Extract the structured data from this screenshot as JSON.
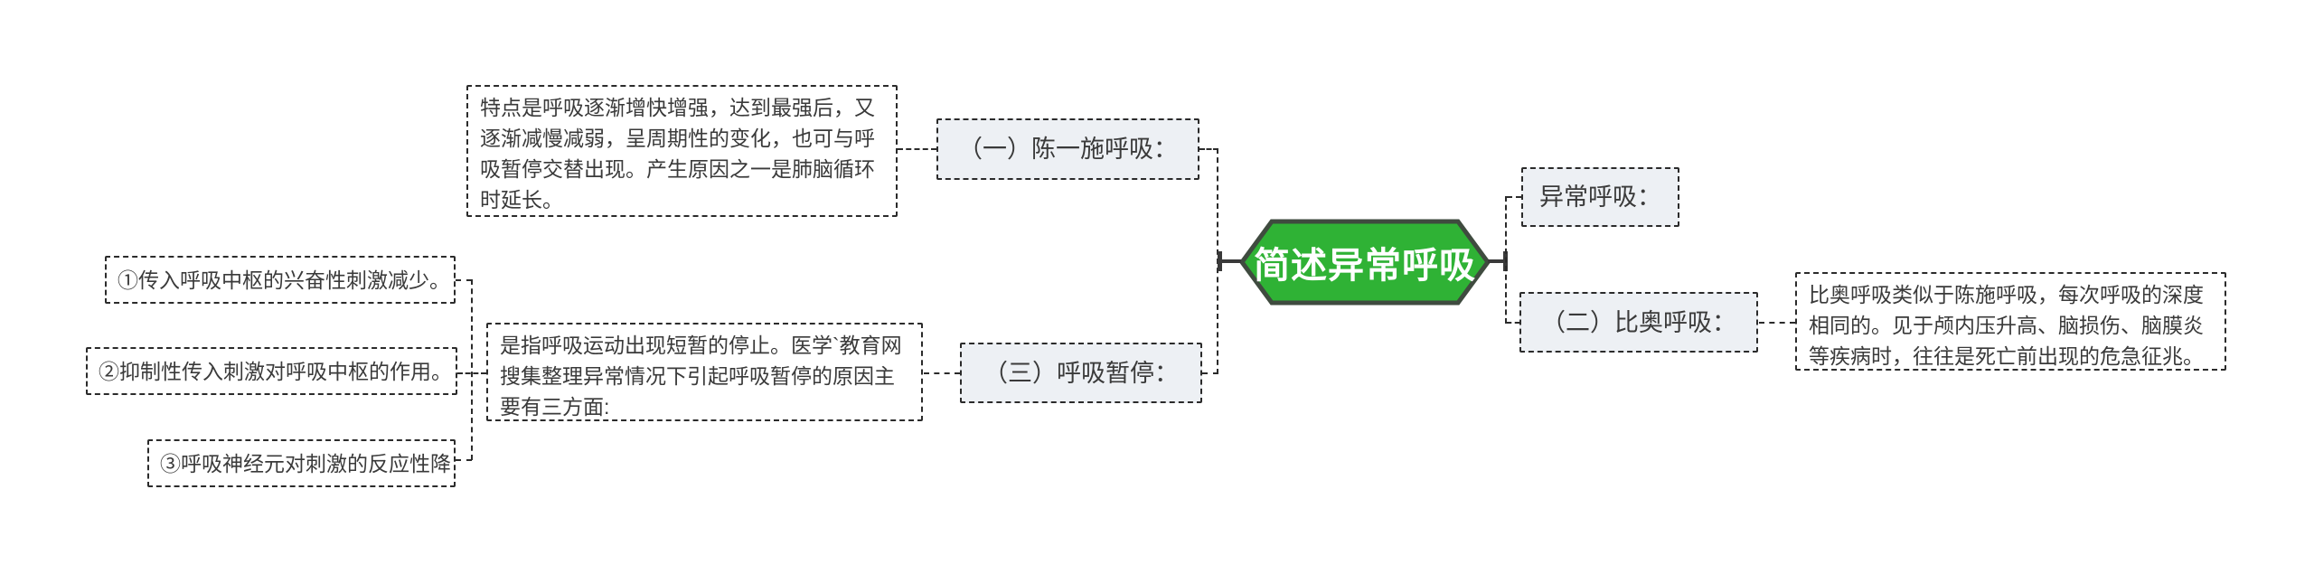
{
  "title": "简述异常呼吸思维导图",
  "root": {
    "label": "简述异常呼吸"
  },
  "colors": {
    "node_fill": "#2fb235",
    "node_border": "#3f4b3f",
    "box_label_fill": "#edf0f4",
    "box_desc_fill": "#ffffff",
    "dash_line": "#2b2b2b",
    "text": "#3a3a3a",
    "node_text": "#ffffff"
  },
  "nodes": {
    "chenyishi": {
      "label": "（一）陈一施呼吸："
    },
    "chenyishi_desc": {
      "text": "特点是呼吸逐渐增快增强，达到最强后，又逐渐减慢减弱，呈周期性的变化，也可与呼吸暂停交替出现。产生原因之一是肺脑循环时延长。"
    },
    "yichang": {
      "label": "异常呼吸："
    },
    "biao": {
      "label": "（二）比奥呼吸："
    },
    "biao_desc": {
      "text": "比奥呼吸类似于陈施呼吸，每次呼吸的深度相同的。见于颅内压升高、脑损伤、脑膜炎等疾病时，往往是死亡前出现的危急征兆。"
    },
    "zanting": {
      "label": "（三）呼吸暂停："
    },
    "zanting_desc": {
      "text": "是指呼吸运动出现短暂的停止。医学`教育网搜集整理异常情况下引起呼吸暂停的原因主要有三方面:"
    },
    "reason1": {
      "text": "①传入呼吸中枢的兴奋性刺激减少。"
    },
    "reason2": {
      "text": "②抑制性传入刺激对呼吸中枢的作用。"
    },
    "reason3": {
      "text": "③呼吸神经元对刺激的反应性降"
    }
  }
}
